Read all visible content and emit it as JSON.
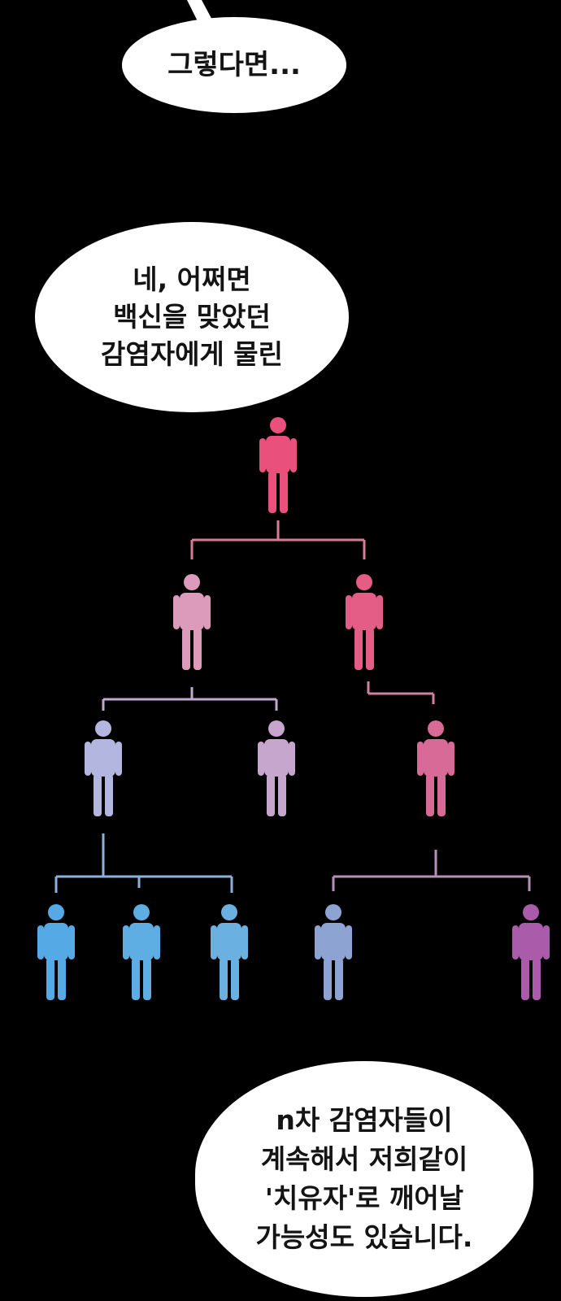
{
  "bubbles": [
    {
      "text": "그렇다면..."
    },
    {
      "text": "네, 어쩌면\n백신을 맞았던\n감염자에게 물린"
    },
    {
      "text": "n차 감염자들이\n계속해서 저희같이\n'치유자'로 깨어날\n가능성도 있습니다."
    }
  ],
  "colors": {
    "background": "#000000",
    "bubble": "#ffffff",
    "text": "#141414",
    "level0": "#e9507c",
    "level1_left": "#dc9bbb",
    "level1_right": "#e35d86",
    "level2_left": "#b3b7df",
    "level2_mid": "#c7a6ce",
    "level2_right": "#d86a98",
    "level3_blue": "#55a9e4",
    "level3_steel": "#8da3d2",
    "level3_purple": "#aa5cab"
  },
  "icons": [
    "person-icon"
  ]
}
